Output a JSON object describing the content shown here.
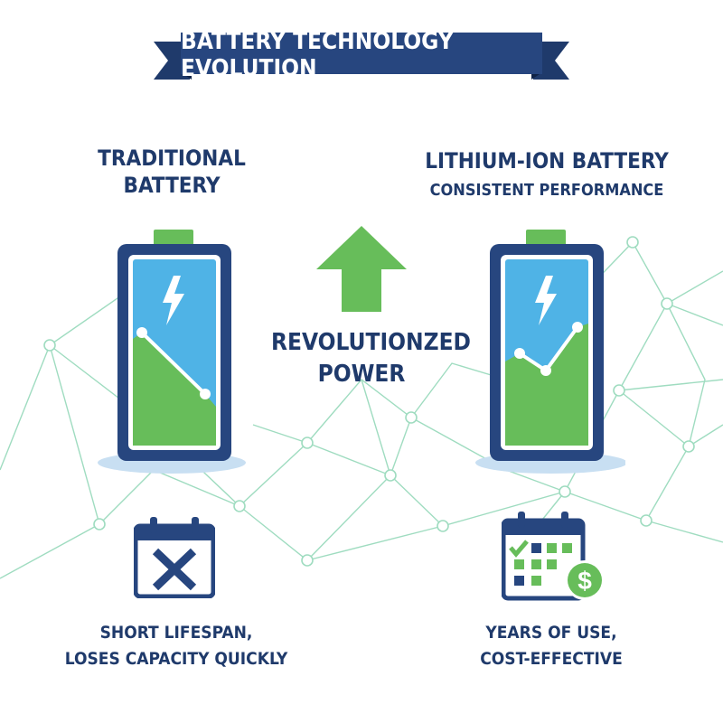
{
  "title": "BATTERY TECHNOLOGY EVOLUTION",
  "left": {
    "heading_line1": "TRADITIONAL",
    "heading_line2": "BATTERY",
    "caption_line1": "SHORT LIFESPAN,",
    "caption_line2": "LOSES CAPACITY QUICKLY"
  },
  "right": {
    "heading": "LITHIUM-ION BATTERY",
    "subheading": "CONSISTENT PERFORMANCE",
    "caption_line1": "YEARS OF USE,",
    "caption_line2": "COST-EFFECTIVE"
  },
  "center": {
    "line1": "REVOLUTIONZED",
    "line2": "POWER"
  },
  "icons": [
    "calendar-x-icon",
    "calendar-check-dollar-icon",
    "lightning-bolt-icon",
    "up-arrow-icon"
  ],
  "colors": {
    "navy": "#1f3a6b",
    "green": "#67bd5a",
    "sky": "#4fb3e6",
    "network": "#8fd8b8"
  }
}
